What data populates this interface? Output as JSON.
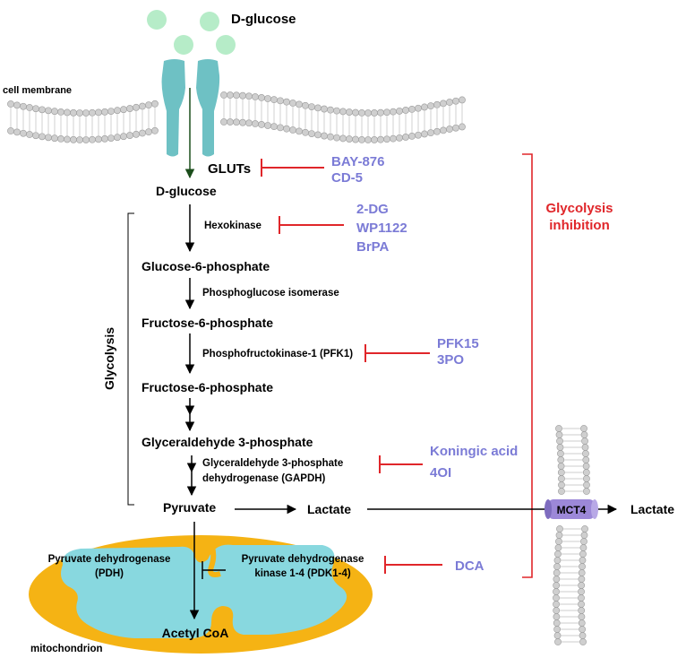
{
  "colors": {
    "inhibitor": "#7b7bd6",
    "inhibition_line": "#e0262a",
    "transporter": "#6ec1c4",
    "glucose": "#b6ecc8",
    "mito_outer": "#f5b314",
    "mito_inner": "#88d8df",
    "membrane": "#cfcfcf",
    "mct4": "#9c88d8"
  },
  "labels": {
    "d_glucose_top": "D-glucose",
    "cell_membrane": "cell membrane",
    "gluts": "GLUTs",
    "d_glucose": "D-glucose",
    "hexokinase": "Hexokinase",
    "glucose_6_phosphate": "Glucose-6-phosphate",
    "phosphoglucose_isomerase": "Phosphoglucose isomerase",
    "fructose_6_phosphate_1": "Fructose-6-phosphate",
    "pfk1": "Phosphofructokinase-1 (PFK1)",
    "fructose_6_phosphate_2": "Fructose-6-phosphate",
    "glyceraldehyde_3_phosphate": "Glyceraldehyde 3-phosphate",
    "gapdh_line1": "Glyceraldehyde 3-phosphate",
    "gapdh_line2": "dehydrogenase (GAPDH)",
    "glycolysis": "Glycolysis",
    "pyruvate": "Pyruvate",
    "lactate_inside": "Lactate",
    "lactate_outside": "Lactate",
    "mct4": "MCT4",
    "pdh_line1": "Pyruvate dehydrogenase",
    "pdh_line2": "(PDH)",
    "pdk_line1": "Pyruvate dehydrogenase",
    "pdk_line2": "kinase 1-4 (PDK1-4)",
    "acetyl_coa": "Acetyl CoA",
    "mitochondrion": "mitochondrion",
    "glycolysis_inhibition_line1": "Glycolysis",
    "glycolysis_inhibition_line2": "inhibition"
  },
  "inhibitors": {
    "glut": [
      "BAY-876",
      "CD-5"
    ],
    "hexokinase": [
      "2-DG",
      "WP1122",
      "BrPA"
    ],
    "pfk": [
      "PFK15",
      "3PO"
    ],
    "gapdh": [
      "Koningic acid",
      "4OI"
    ],
    "pdk": [
      "DCA"
    ]
  }
}
